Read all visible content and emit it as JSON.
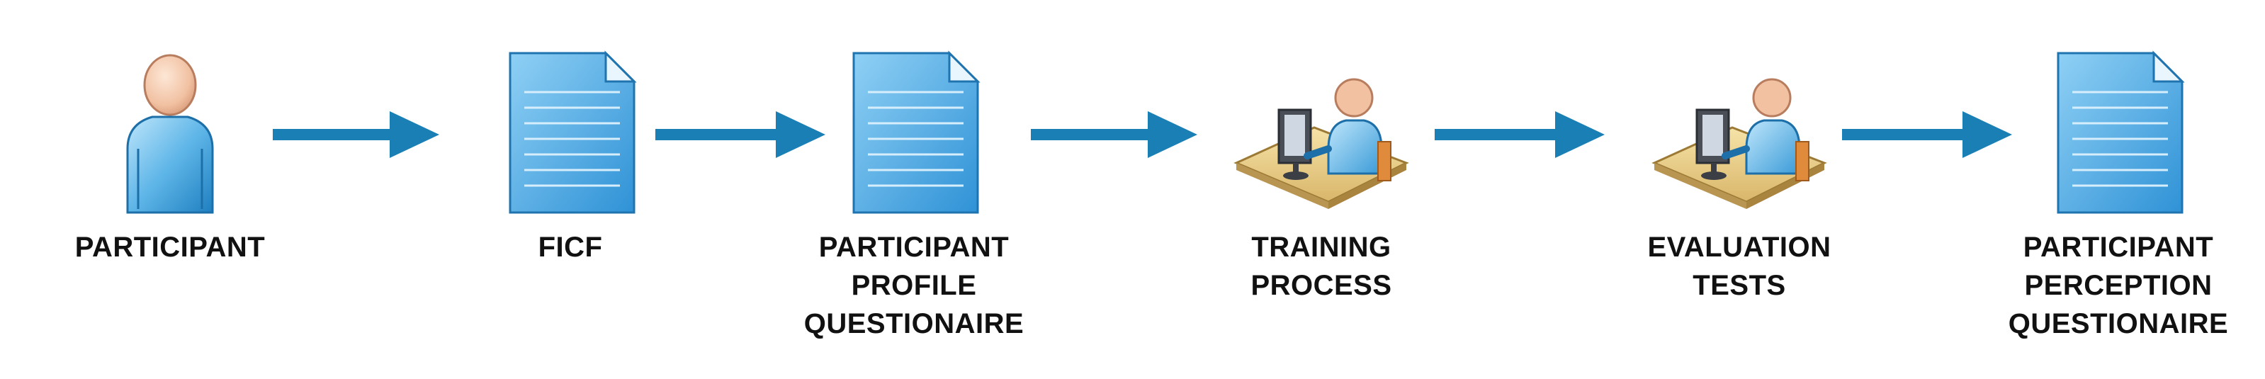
{
  "colors": {
    "arrow": "#1a7fb5",
    "label_text": "#111111",
    "document_fill": "#4aa8e6",
    "person_fill": "#7cc4ec"
  },
  "steps": [
    {
      "icon": "person-icon",
      "label_lines": [
        "PARTICIPANT"
      ]
    },
    {
      "icon": "document-icon",
      "label_lines": [
        "FICF"
      ]
    },
    {
      "icon": "document-icon",
      "label_lines": [
        "PARTICIPANT",
        "PROFILE",
        "QUESTIONAIRE"
      ]
    },
    {
      "icon": "computer-workstation-icon",
      "label_lines": [
        "TRAINING",
        "PROCESS"
      ]
    },
    {
      "icon": "computer-workstation-icon",
      "label_lines": [
        "EVALUATION",
        "TESTS"
      ]
    },
    {
      "icon": "document-icon",
      "label_lines": [
        "PARTICIPANT",
        "PERCEPTION",
        "QUESTIONAIRE"
      ]
    }
  ],
  "connectors": [
    {
      "from": 0,
      "to": 1,
      "icon": "arrow-right-icon"
    },
    {
      "from": 1,
      "to": 2,
      "icon": "arrow-right-icon"
    },
    {
      "from": 2,
      "to": 3,
      "icon": "arrow-right-icon"
    },
    {
      "from": 3,
      "to": 4,
      "icon": "arrow-right-icon"
    },
    {
      "from": 4,
      "to": 5,
      "icon": "arrow-right-icon"
    }
  ]
}
